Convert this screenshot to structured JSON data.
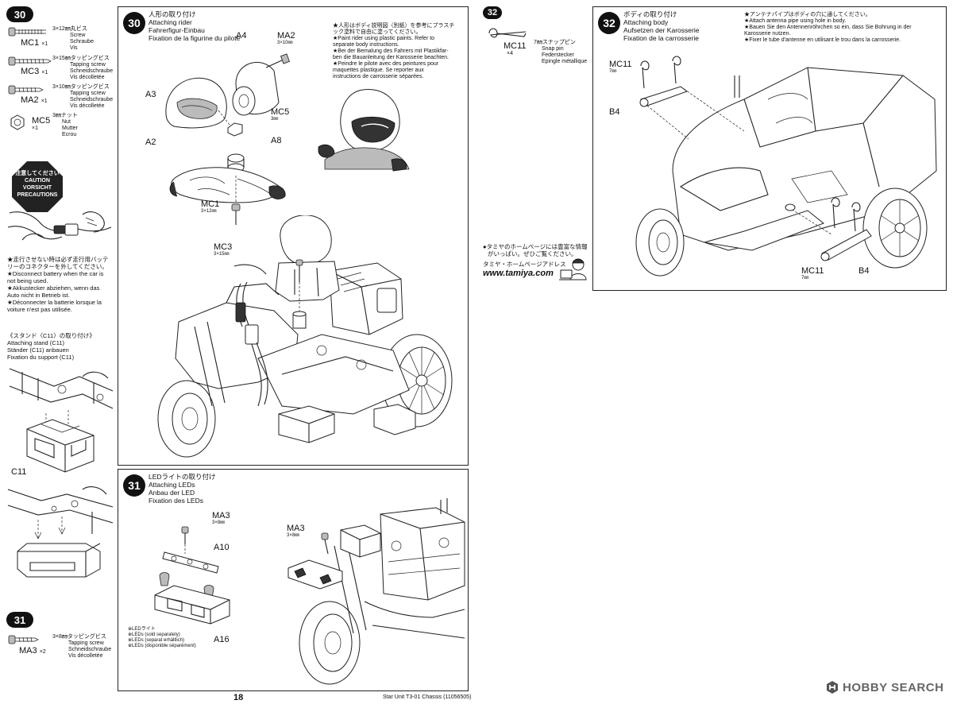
{
  "left_column": {
    "step30_badge": "30",
    "parts30": [
      {
        "code": "MC1",
        "qty": "×1",
        "size": "3×12㎜丸ビス",
        "names": [
          "Screw",
          "Schraube",
          "Vis"
        ]
      },
      {
        "code": "MC3",
        "qty": "×1",
        "size": "3×15㎜タッピングビス",
        "names": [
          "Tapping screw",
          "Schneidschraube",
          "Vis décolletée"
        ]
      },
      {
        "code": "MA2",
        "qty": "×1",
        "size": "3×10㎜タッピングビス",
        "names": [
          "Tapping screw",
          "Schneidschraube",
          "Vis décolletée"
        ]
      },
      {
        "code": "MC5",
        "qty": "×1",
        "size": "3㎜ナット",
        "names": [
          "Nut",
          "Mutter",
          "Ecrou"
        ]
      }
    ],
    "caution_lines": [
      "注意してください",
      "CAUTION",
      "VORSICHT",
      "PRECAUTIONS"
    ],
    "caution_text": [
      "★走行させない時は必ず走行用バッテ",
      "リーのコネクターを外してください。",
      "★Disconnect battery when the car is",
      "not being used.",
      "★Akkustecker abziehen, wenn das",
      "Auto nicht in Betrieb ist.",
      "★Déconnecter la batterie lorsque la",
      "voiture n'est pas utilisée."
    ],
    "stand_title": [
      "《スタンド〈C11〉の取り付け》",
      "Attaching stand (C11)",
      "Ständer (C11) anbauen",
      "Fixation du support (C11)"
    ],
    "stand_label": "C11",
    "step31_badge": "31",
    "parts31": [
      {
        "code": "MA3",
        "qty": "×2",
        "size": "3×8㎜タッピングビス",
        "names": [
          "Tapping screw",
          "Schneidschraube",
          "Vis décolletée"
        ]
      }
    ]
  },
  "step30": {
    "number": "30",
    "title": [
      "人形の取り付け",
      "Attaching rider",
      "Fahrerfigur-Einbau",
      "Fixation de la figurine du pilote"
    ],
    "notes": [
      "★人形はボディ説明図（別紙）を参考にプラスチ",
      "ック塗料で自由に塗ってください。",
      "★Paint rider using plastic paints. Refer to",
      "separate body instructions.",
      "★Bei der Bemalung des Fahrers mit Plastikfar-",
      "ben die Bauanleitung der Karosserie beachten.",
      "★Peindre le pilote avec des peintures pour",
      "maquettes plastique. Se reporter aux",
      "instructions de carrosserie séparées."
    ],
    "labels": {
      "a4": "A4",
      "ma2": "MA2",
      "ma2_size": "3×10㎜",
      "a3": "A3",
      "mc5": "MC5",
      "mc5_size": "3㎜",
      "a8": "A8",
      "a2": "A2",
      "mc1": "MC1",
      "mc1_size": "3×12㎜",
      "mc3": "MC3",
      "mc3_size": "3×15㎜"
    }
  },
  "step31": {
    "number": "31",
    "title": [
      "LEDライトの取り付け",
      "Attaching LEDs",
      "Anbau der LED",
      "Fixation des LEDs"
    ],
    "labels": {
      "ma3_a": "MA3",
      "ma3_a_size": "3×8㎜",
      "a10": "A10",
      "a16": "A16",
      "ma3_b": "MA3",
      "ma3_b_size": "3×8㎜"
    },
    "led_note": [
      "※LEDライト",
      "※LEDs (sold separately)",
      "※LEDs (separat erhältlich)",
      "※LEDs (disponible séparément)"
    ]
  },
  "step32_parts": {
    "badge": "32",
    "code": "MC11",
    "qty": "×4",
    "size": "7㎜スナップピン",
    "names": [
      "Snap pin",
      "Federstecker",
      "Epingle métallique"
    ]
  },
  "website": {
    "jp1": "●タミヤのホームページには豊富な情報",
    "jp2": "がいっぱい。ぜひご覧ください。",
    "jp3": "タミヤ・ホームページアドレス",
    "url": "www.tamiya.com"
  },
  "step32": {
    "number": "32",
    "title": [
      "ボディの取り付け",
      "Attaching body",
      "Aufsetzen der Karosserie",
      "Fixation de la carrosserie"
    ],
    "notes": [
      "★アンテナパイプはボディの穴に通してください。",
      "★Attach antenna pipe using hole in body.",
      "★Bauen Sie den Antennenröhrchen so ein, dass Sie Bohrung in der",
      "Karosserie nutzen.",
      "★Fixer le tube d'antenne en utilisant le trou dans la carrosserie."
    ],
    "labels": {
      "mc11_top": "MC11",
      "mc11_top_size": "7㎜",
      "b4_left": "B4",
      "mc11_bottom": "MC11",
      "mc11_bottom_size": "7㎜",
      "b4_bottom": "B4"
    }
  },
  "footer": {
    "page_number": "18",
    "product": "Star Unit T3-01 Chassis (11056505)",
    "watermark": "HOBBY SEARCH"
  }
}
